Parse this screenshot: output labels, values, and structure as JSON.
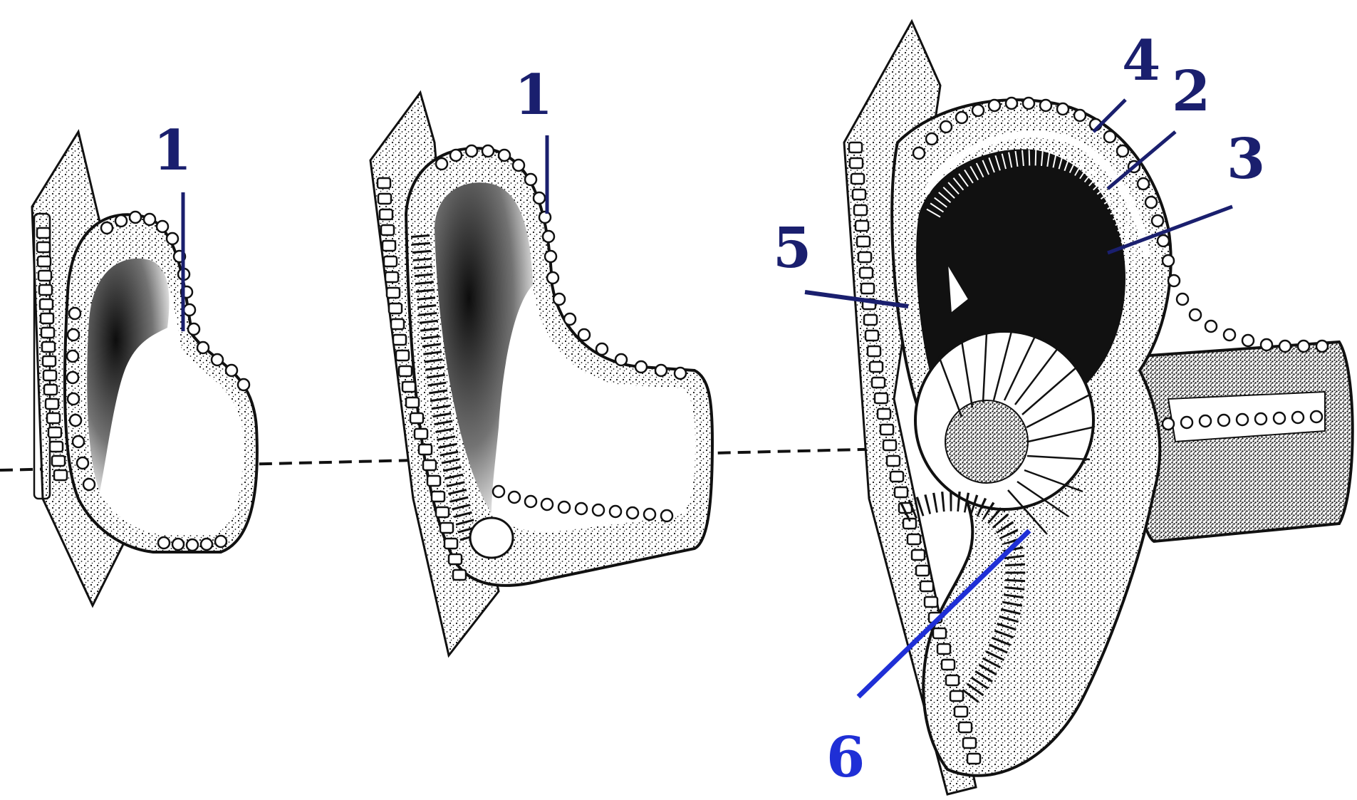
{
  "colors": {
    "ink": "#111111",
    "label_dark": "#1a1f6e",
    "label_blue": "#1f2fd6",
    "background": "#ffffff"
  },
  "stages": [
    {
      "id": "stage-1",
      "labels": [
        {
          "text": "1",
          "color_key": "label_dark"
        }
      ]
    },
    {
      "id": "stage-2",
      "labels": [
        {
          "text": "1",
          "color_key": "label_dark"
        }
      ]
    },
    {
      "id": "stage-3",
      "labels": [
        {
          "text": "4",
          "color_key": "label_dark"
        },
        {
          "text": "2",
          "color_key": "label_dark"
        },
        {
          "text": "3",
          "color_key": "label_dark"
        },
        {
          "text": "5",
          "color_key": "label_dark"
        },
        {
          "text": "6",
          "color_key": "label_blue"
        }
      ]
    }
  ]
}
